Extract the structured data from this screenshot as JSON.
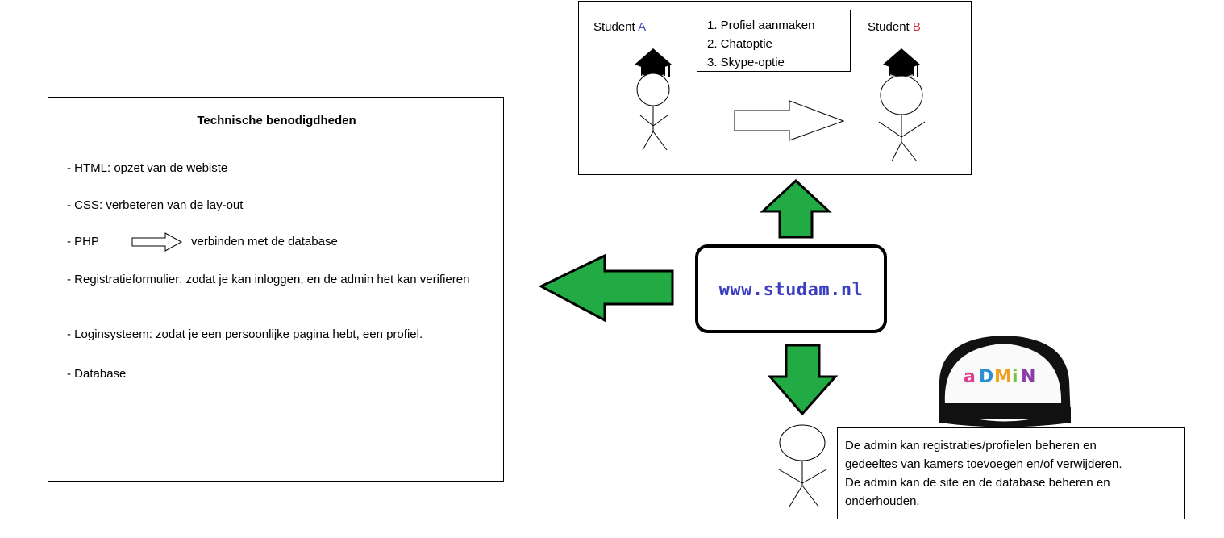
{
  "tech_box": {
    "title": "Technische benodigdheden",
    "items": [
      "- HTML: opzet van de webiste",
      "- CSS: verbeteren van de lay-out",
      "- Registratieformulier: zodat je kan inloggen, en de admin het kan verifieren",
      "- Loginsysteem: zodat je een persoonlijke pagina hebt, een profiel.",
      "- Database"
    ],
    "php_label": "- PHP",
    "php_desc": "verbinden met de database"
  },
  "students": {
    "a_prefix": "Student ",
    "a_letter": "A",
    "b_prefix": "Student ",
    "b_letter": "B",
    "features": [
      "1. Profiel aanmaken",
      "2. Chatoptie",
      "3. Skype-optie"
    ]
  },
  "site": {
    "url": "www.studam.nl"
  },
  "admin": {
    "cap_text": "admin",
    "lines": [
      "De admin kan registraties/profielen beheren en",
      "gedeeltes van kamers toevoegen en/of verwijderen.",
      "De admin kan de site en de database beheren en",
      "onderhouden."
    ]
  },
  "colors": {
    "arrow_green": "#22aa44",
    "url_blue": "#3a3ec0",
    "letter_a": "#3b4bb5",
    "letter_b": "#d0323c"
  }
}
